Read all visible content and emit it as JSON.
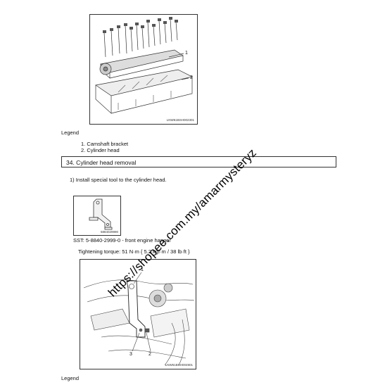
{
  "figure1": {
    "id": "LNW61BSH002301",
    "callouts": [
      "1",
      "2"
    ]
  },
  "legend1": {
    "title": "Legend",
    "items": [
      "1. Camshaft bracket",
      "2. Cylinder head"
    ]
  },
  "section": {
    "title": "34. Cylinder head removal"
  },
  "step1": "1) Install special tool to the cylinder head.",
  "tool_figure": {
    "id": "5884029990"
  },
  "sst": "SST: 5-8840-2999-0 - front engine hanger",
  "torque": "Tightening torque: 51 N·m { 5.2 kgf·m / 38 lb·ft }",
  "figure2": {
    "id": "LNW61BSH004901",
    "callouts": [
      "1",
      "2",
      "3"
    ]
  },
  "legend2": {
    "title": "Legend"
  },
  "watermark": "https://shopee.com.my/amarmysteryz"
}
